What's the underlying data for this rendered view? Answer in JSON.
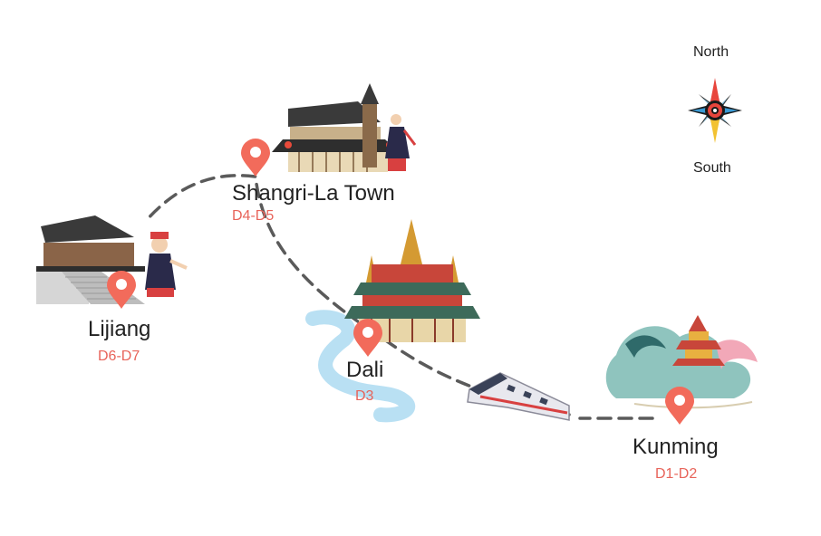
{
  "compass": {
    "north": "North",
    "south": "South"
  },
  "stops": [
    {
      "name": "Shangri-La Town",
      "days": "D4-D5"
    },
    {
      "name": "Lijiang",
      "days": "D6-D7"
    },
    {
      "name": "Dali",
      "days": "D3"
    },
    {
      "name": "Kunming",
      "days": "D1-D2"
    }
  ],
  "colors": {
    "pin": "#f26b5b",
    "days_text": "#e8645a",
    "route": "#5a5a5a",
    "compass_blue": "#3a9bd5",
    "compass_red": "#e8453c",
    "compass_yellow": "#f2c232"
  }
}
